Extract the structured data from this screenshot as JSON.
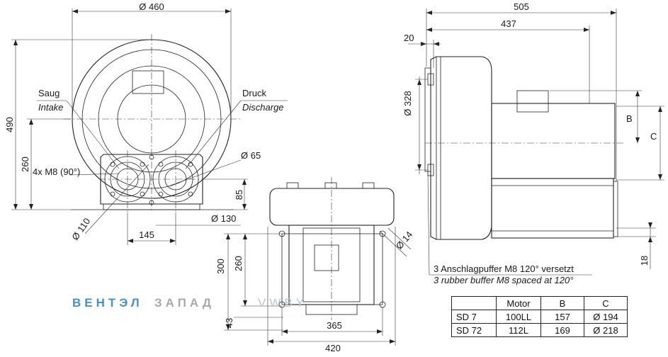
{
  "front": {
    "dim_diameter": "Ø 460",
    "dim_height_total": "490",
    "dim_height_axis": "260",
    "dim_foot": "85",
    "dim_flange": "Ø 65",
    "dim_pcd_intake": "Ø 110",
    "dim_pcd_discharge": "Ø 130",
    "dim_port_spacing": "145",
    "bolt_label": "4x M8 (90°)",
    "intake_de": "Saug",
    "intake_en": "Intake",
    "discharge_de": "Druck",
    "discharge_en": "Discharge"
  },
  "bottom": {
    "dim_300": "300",
    "dim_260": "260",
    "dim_43": "43",
    "dim_365": "365",
    "dim_420": "420",
    "dim_hole": "Ø 14"
  },
  "side": {
    "dim_505": "505",
    "dim_437": "437",
    "dim_20": "20",
    "dim_328": "Ø 328",
    "dim_b": "B",
    "dim_c": "C",
    "dim_18": "18",
    "buffer_de": "3 Anschlagpuffer M8 120° versetzt",
    "buffer_en": "3 rubber buffer M8 spaced at 120°"
  },
  "watermark": {
    "part1": "ВЕНТЭЛ",
    "part2": "ЗАПАД",
    "part3": "VWBY"
  },
  "table": {
    "headers": [
      "",
      "Motor",
      "B",
      "C"
    ],
    "rows": [
      [
        "SD 7",
        "100LL",
        "157",
        "Ø 194"
      ],
      [
        "SD 72",
        "112L",
        "169",
        "Ø 218"
      ]
    ]
  }
}
